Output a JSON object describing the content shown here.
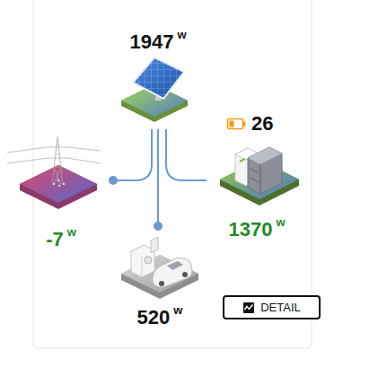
{
  "diagram": {
    "nodes": [
      {
        "text": [
          "1947",
          "w"
        ]
      },
      {
        "text": [
          "-7",
          "w"
        ]
      },
      {
        "text": [
          "26",
          "1370",
          "w"
        ]
      },
      {
        "text": [
          "520",
          "w"
        ]
      },
      {
        "text": [
          "DETAIL"
        ]
      }
    ],
    "edges": [
      {
        "from": 0,
        "to": 1,
        "arrow": "none"
      },
      {
        "from": 0,
        "to": 3,
        "arrow": "none"
      },
      {
        "from": 0,
        "to": 2,
        "arrow": "none"
      }
    ]
  }
}
